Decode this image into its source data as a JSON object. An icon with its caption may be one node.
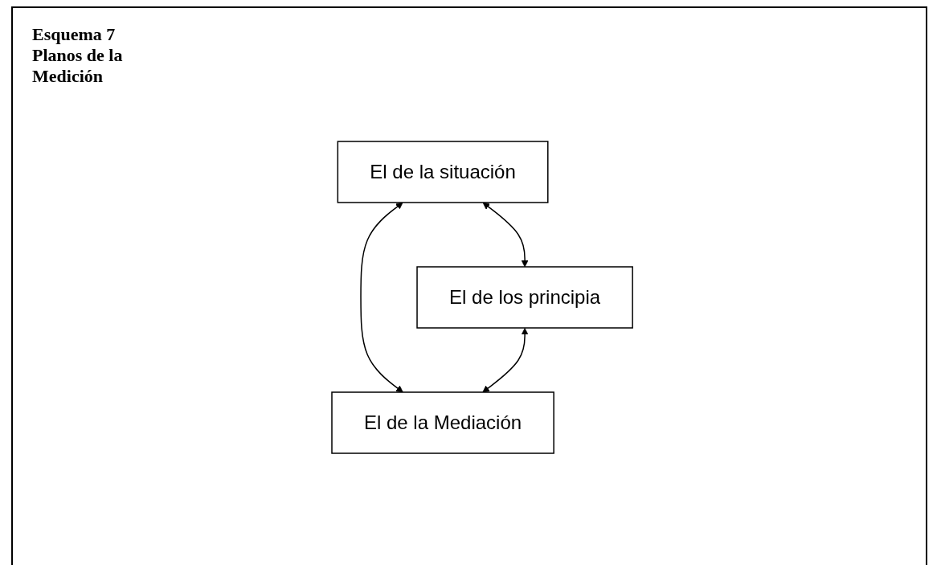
{
  "diagram": {
    "title": "Esquema 7 Planos de la Medición",
    "nodes": [
      {
        "text": [
          "El de la situación"
        ]
      },
      {
        "text": [
          "El de los principia"
        ]
      },
      {
        "text": [
          "El de la Mediación"
        ]
      }
    ],
    "edges": [
      {
        "from": 0,
        "to": 1,
        "arrow": "both"
      },
      {
        "from": 0,
        "to": 2,
        "arrow": "both"
      },
      {
        "from": 1,
        "to": 2,
        "arrow": "both"
      }
    ]
  }
}
